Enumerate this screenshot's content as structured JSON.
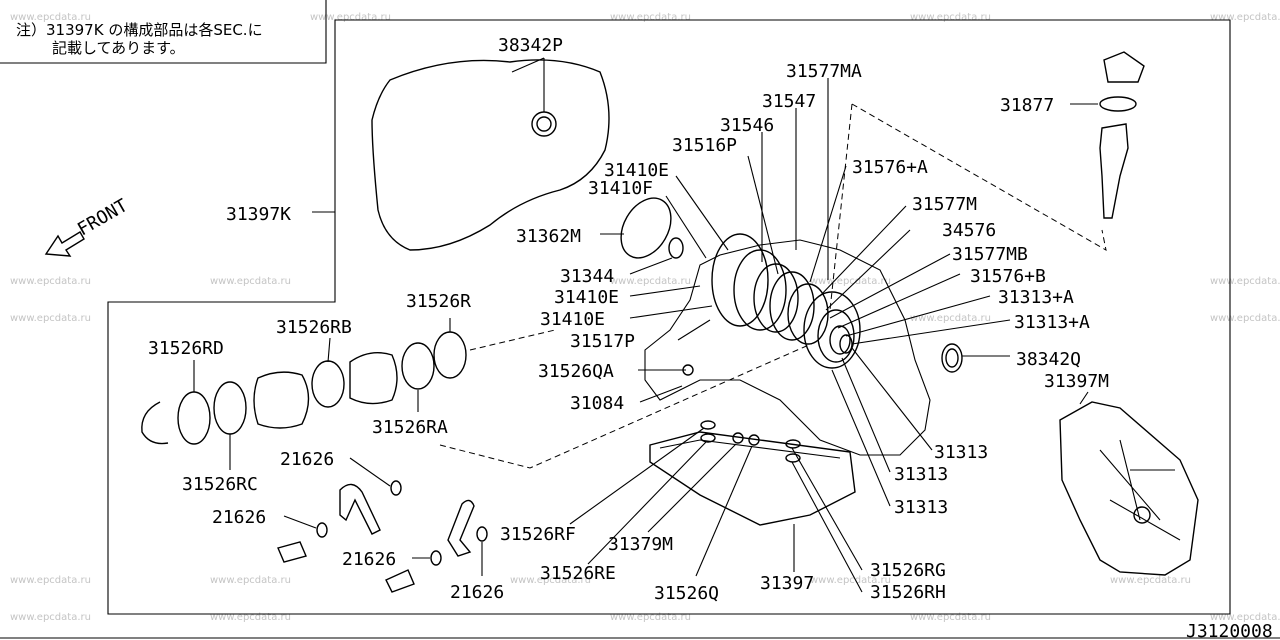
{
  "note": {
    "line1": "注）31397K の構成部品は各SEC.に",
    "line2": "記載してあります。"
  },
  "front_label": "FRONT",
  "watermark": "www.epcdata.ru",
  "diagram_code": "J3120008",
  "parts": {
    "p38342P": "38342P",
    "p31577MA": "31577MA",
    "p31547": "31547",
    "p31546": "31546",
    "p31516P": "31516P",
    "p31410E_a": "31410E",
    "p31410F": "31410F",
    "p31397K": "31397K",
    "p31362M": "31362M",
    "p31344": "31344",
    "p31410E_b": "31410E",
    "p31410E_c": "31410E",
    "p31517P": "31517P",
    "p31526QA": "31526QA",
    "p31084": "31084",
    "p31576A": "31576+A",
    "p31577M": "31577M",
    "p34576": "34576",
    "p31577MB": "31577MB",
    "p31576B": "31576+B",
    "p31313A_a": "31313+A",
    "p31313A_b": "31313+A",
    "p38342Q": "38342Q",
    "p31397M": "31397M",
    "p31877": "31877",
    "p31313_a": "31313",
    "p31313_b": "31313",
    "p31313_c": "31313",
    "p31526R": "31526R",
    "p31526RB": "31526RB",
    "p31526RD": "31526RD",
    "p31526RA": "31526RA",
    "p31526RC": "31526RC",
    "p21626_a": "21626",
    "p21626_b": "21626",
    "p21626_c": "21626",
    "p21626_d": "21626",
    "p31526RF": "31526RF",
    "p31526RE": "31526RE",
    "p31379M": "31379M",
    "p31526Q": "31526Q",
    "p31397": "31397",
    "p31526RG": "31526RG",
    "p31526RH": "31526RH"
  }
}
